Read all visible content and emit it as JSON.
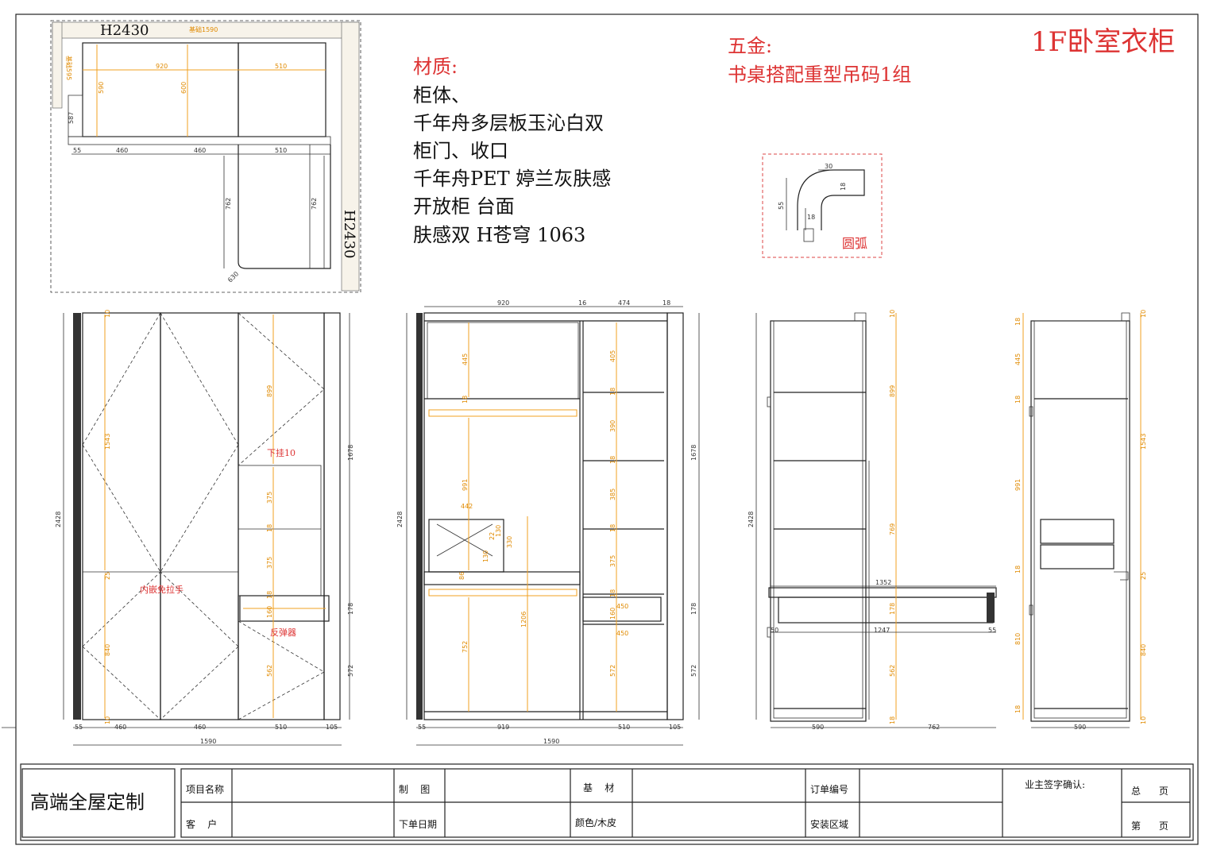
{
  "title": "1F卧室衣柜",
  "hardware": {
    "heading": "五金:",
    "line1": "书桌搭配重型吊码1组"
  },
  "material": {
    "heading": "材质:",
    "lines": [
      "柜体、",
      "千年舟多层板玉沁白双",
      "柜门、收口",
      "千年舟PET 婷兰灰肤感",
      "开放柜 台面",
      "肤感双 H苍穹 1063"
    ]
  },
  "arc_detail": {
    "label": "圆弧",
    "dims": [
      "30",
      "18",
      "18",
      "55"
    ]
  },
  "plan": {
    "height_tag": "H2430",
    "base_tag": "基础1590",
    "side_tag": "基础595",
    "dims_top": [
      "920",
      "510"
    ],
    "dims_vertical": [
      "590",
      "600",
      "587",
      "762",
      "762",
      "630"
    ],
    "dims_bottom": [
      "55",
      "460",
      "460",
      "510"
    ]
  },
  "front_view": {
    "height": "2428",
    "right_height": "1678",
    "dims_mid": [
      "899",
      "1543",
      "375",
      "18",
      "375",
      "25",
      "18",
      "160",
      "840",
      "562",
      "10",
      "10",
      "178",
      "572"
    ],
    "labels": {
      "hang": "下挂10",
      "handle": "内嵌免拉手",
      "rebound": "反弹器"
    },
    "dims_bottom": [
      "55",
      "460",
      "460",
      "510",
      "105"
    ],
    "total": "1590"
  },
  "inner_view": {
    "height": "2428",
    "right_height": "1678",
    "dims_top": [
      "920",
      "16",
      "474",
      "18"
    ],
    "dims_mid": [
      "445",
      "18",
      "405",
      "18",
      "390",
      "18",
      "385",
      "18",
      "375",
      "18",
      "991",
      "442",
      "330",
      "130",
      "22",
      "130",
      "86",
      "1206",
      "752",
      "160",
      "450",
      "450",
      "572",
      "178",
      "572"
    ],
    "dims_bottom": [
      "55",
      "919",
      "510",
      "105"
    ],
    "total": "1590"
  },
  "side_view": {
    "height": "2428",
    "dims_mid": [
      "10",
      "899",
      "769",
      "1352",
      "1247",
      "178",
      "562",
      "50",
      "55",
      "18"
    ],
    "dims_bottom": [
      "590",
      "762"
    ]
  },
  "side_view2": {
    "dims_mid": [
      "18",
      "445",
      "18",
      "1543",
      "991",
      "18",
      "25",
      "810",
      "840",
      "10",
      "18",
      "10"
    ],
    "dims_bottom": [
      "590"
    ]
  },
  "title_block": {
    "brand": "高端全屋定制",
    "project_name": "项目名称",
    "customer": "客    户",
    "drawing": "制    图",
    "order_date": "下单日期",
    "base_material": "基    材",
    "color": "颜色/木皮",
    "order_no": "订单编号",
    "install_area": "安装区域",
    "owner_sign": "业主签字确认:",
    "total_pages": "总      页",
    "page_no": "第      页"
  }
}
